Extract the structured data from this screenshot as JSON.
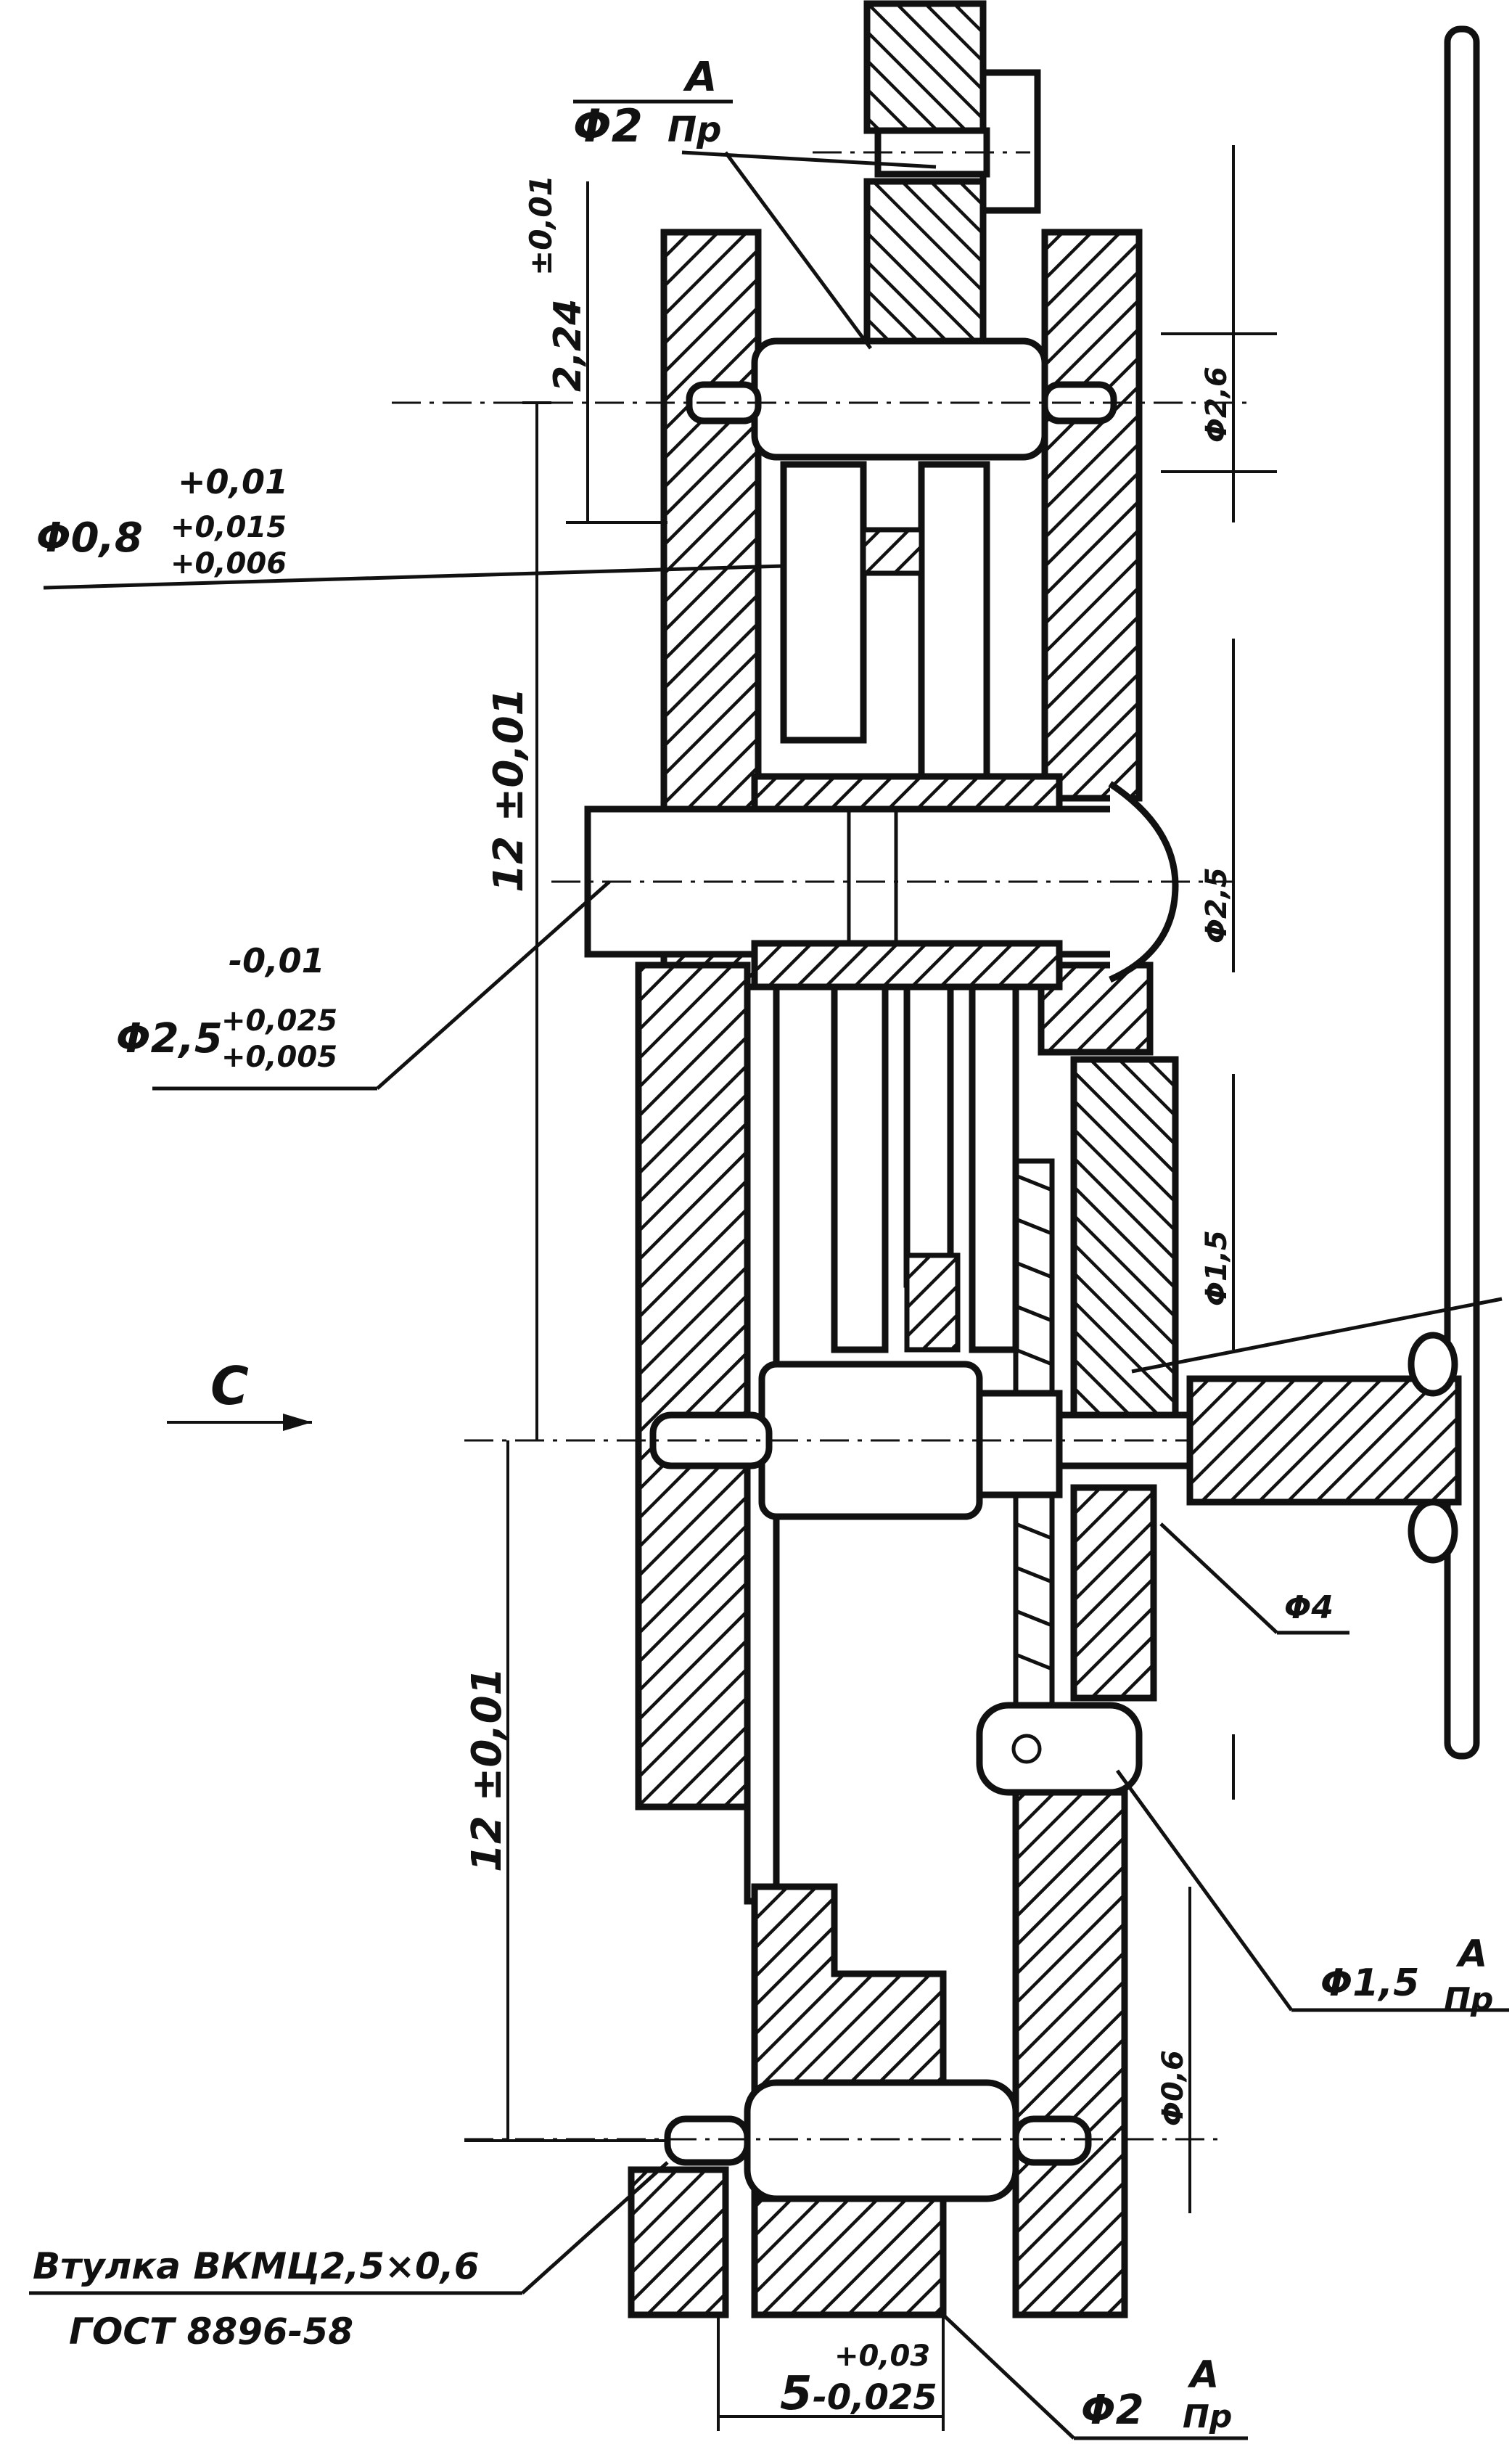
{
  "labels": {
    "phi2_top": "Φ2",
    "fit_A": "A",
    "fit_Pr": "Пр",
    "tol_001": "±0,01",
    "dim_224": "2,24",
    "tol_plus001": "+0,01",
    "phi08": "Φ0,8",
    "tol_0015": "+0,015",
    "tol_0006": "+0,006",
    "dim_12_top": "12 ±0,01",
    "tol_minus001": "-0,01",
    "phi25": "Φ2,5",
    "tol_0025": "+0,025",
    "tol_0005": "+0,005",
    "section_letter": "C",
    "dim_12_bottom": "12 ±0,01",
    "phi15": "Φ1,5",
    "phi4": "Φ4",
    "bushing_spec": "Втулка ВКМЦ2,5×0,6",
    "gost": "ГОСТ 8896-58",
    "dim_5": "5",
    "tol_003": "+0,03",
    "tol_minus0025": "-0,025",
    "phi2_bottom": "Φ2",
    "side_dim_top": "Φ2,6",
    "side_dim_mid": "Φ2,5",
    "side_dim_lower": "Φ1,5",
    "side_dim_bottom": "Φ0,6"
  }
}
